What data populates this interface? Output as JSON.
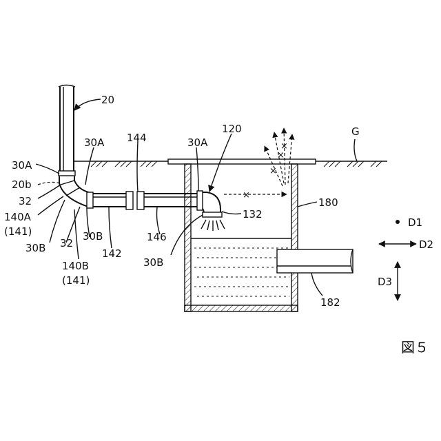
{
  "labels": {
    "pipe_20": "20",
    "ground_G": "G",
    "label_120": "120",
    "label_144": "144",
    "label_30A_top_left": "30A",
    "label_30A_mid": "30A",
    "label_30A_left": "30A",
    "label_20b": "20b",
    "label_32_a": "32",
    "label_140A": "140A",
    "label_141_a": "(141)",
    "label_30B_left": "30B",
    "label_32_b": "32",
    "label_30B_mid": "30B",
    "label_142": "142",
    "label_146": "146",
    "label_140B": "140B",
    "label_141_b": "(141)",
    "label_30B_bottom": "30B",
    "label_132": "132",
    "label_180": "180",
    "label_182": "182",
    "dir_D1": "D1",
    "dir_D2": "D2",
    "dir_D3": "D3",
    "figure": "図５"
  }
}
